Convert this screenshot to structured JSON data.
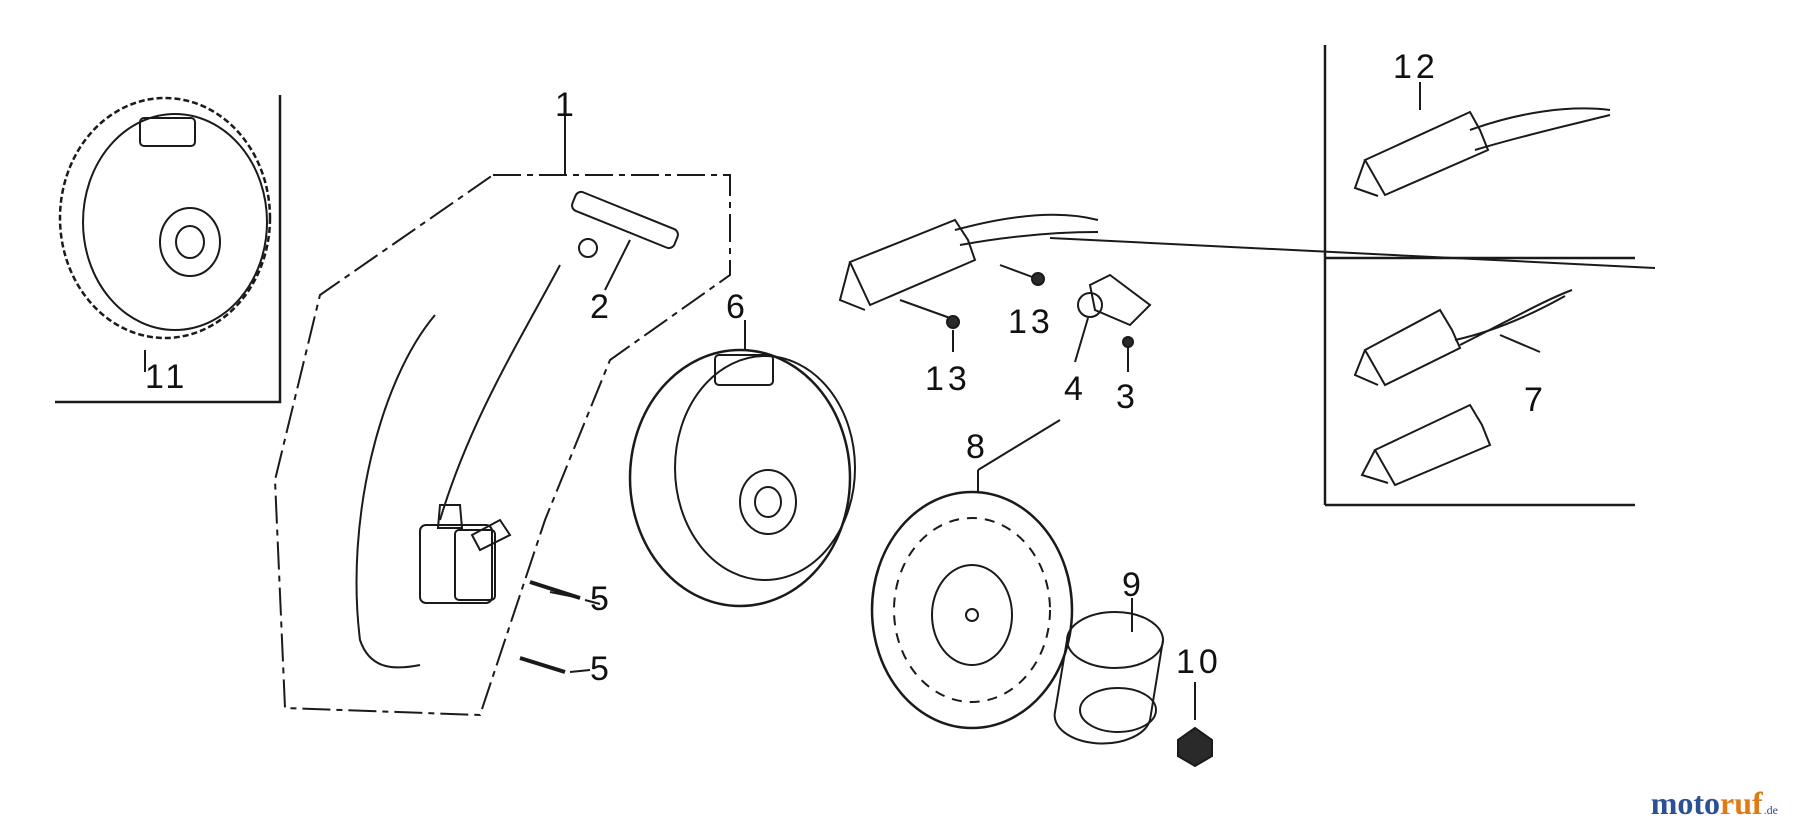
{
  "labels": {
    "p1": "1",
    "p2": "2",
    "p3": "3",
    "p4": "4",
    "p5a": "5",
    "p5b": "5",
    "p6": "6",
    "p7": "7",
    "p8": "8",
    "p9": "9",
    "p10": "10",
    "p11": "11",
    "p12": "12",
    "p13a": "13",
    "p13b": "13"
  },
  "watermark": {
    "part1": "moto",
    "part2": "ruf",
    "suffix": ".de"
  },
  "colors": {
    "line": "#1a1a1a",
    "watermark_blue": "#2d4f93",
    "watermark_orange": "#e07a16"
  }
}
